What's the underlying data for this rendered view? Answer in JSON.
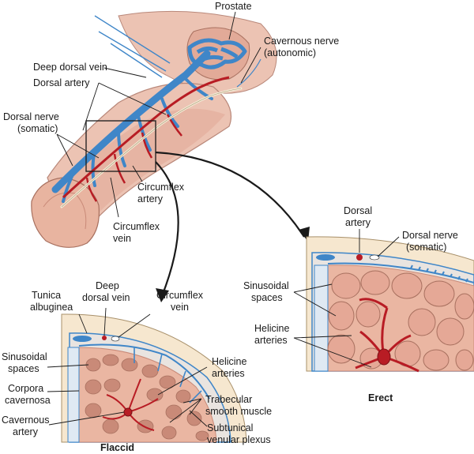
{
  "labels": {
    "prostate": "Prostate",
    "cavernous_nerve_1": "Cavernous nerve",
    "cavernous_nerve_2": "(autonomic)",
    "deep_dorsal_vein": "Deep dorsal vein",
    "dorsal_artery": "Dorsal artery",
    "dorsal_nerve_1": "Dorsal nerve",
    "dorsal_nerve_2": "(somatic)",
    "circumflex_artery_1": "Circumflex",
    "circumflex_artery_2": "artery",
    "circumflex_vein_1": "Circumflex",
    "circumflex_vein_2": "vein",
    "erect_dorsal_artery_1": "Dorsal",
    "erect_dorsal_artery_2": "artery",
    "erect_dorsal_nerve_1": "Dorsal nerve",
    "erect_dorsal_nerve_2": "(somatic)",
    "erect_sinusoidal_1": "Sinusoidal",
    "erect_sinusoidal_2": "spaces",
    "erect_helicine_1": "Helicine",
    "erect_helicine_2": "arteries",
    "tunica_1": "Tunica",
    "tunica_2": "albuginea",
    "flaccid_deep_dorsal_1": "Deep",
    "flaccid_deep_dorsal_2": "dorsal vein",
    "flaccid_circumflex_1": "Circumflex",
    "flaccid_circumflex_2": "vein",
    "flaccid_sinusoidal_1": "Sinusoidal",
    "flaccid_sinusoidal_2": "spaces",
    "corpora_1": "Corpora",
    "corpora_2": "cavernosa",
    "cavernous_artery_1": "Cavernous",
    "cavernous_artery_2": "artery",
    "flaccid_helicine_1": "Helicine",
    "flaccid_helicine_2": "arteries",
    "trabecular_1": "Trabecular",
    "trabecular_2": "smooth muscle",
    "subtunical_1": "Subtunical",
    "subtunical_2": "venular plexus"
  },
  "titles": {
    "erect": "Erect",
    "flaccid": "Flaccid"
  },
  "colors": {
    "tissue": "#e8b9a6",
    "tissue_dark": "#c98a78",
    "vein": "#3f86c8",
    "artery": "#b81c24",
    "nerve": "#f3ecd8",
    "capsule": "#f6e7cf",
    "background": "#ffffff"
  }
}
